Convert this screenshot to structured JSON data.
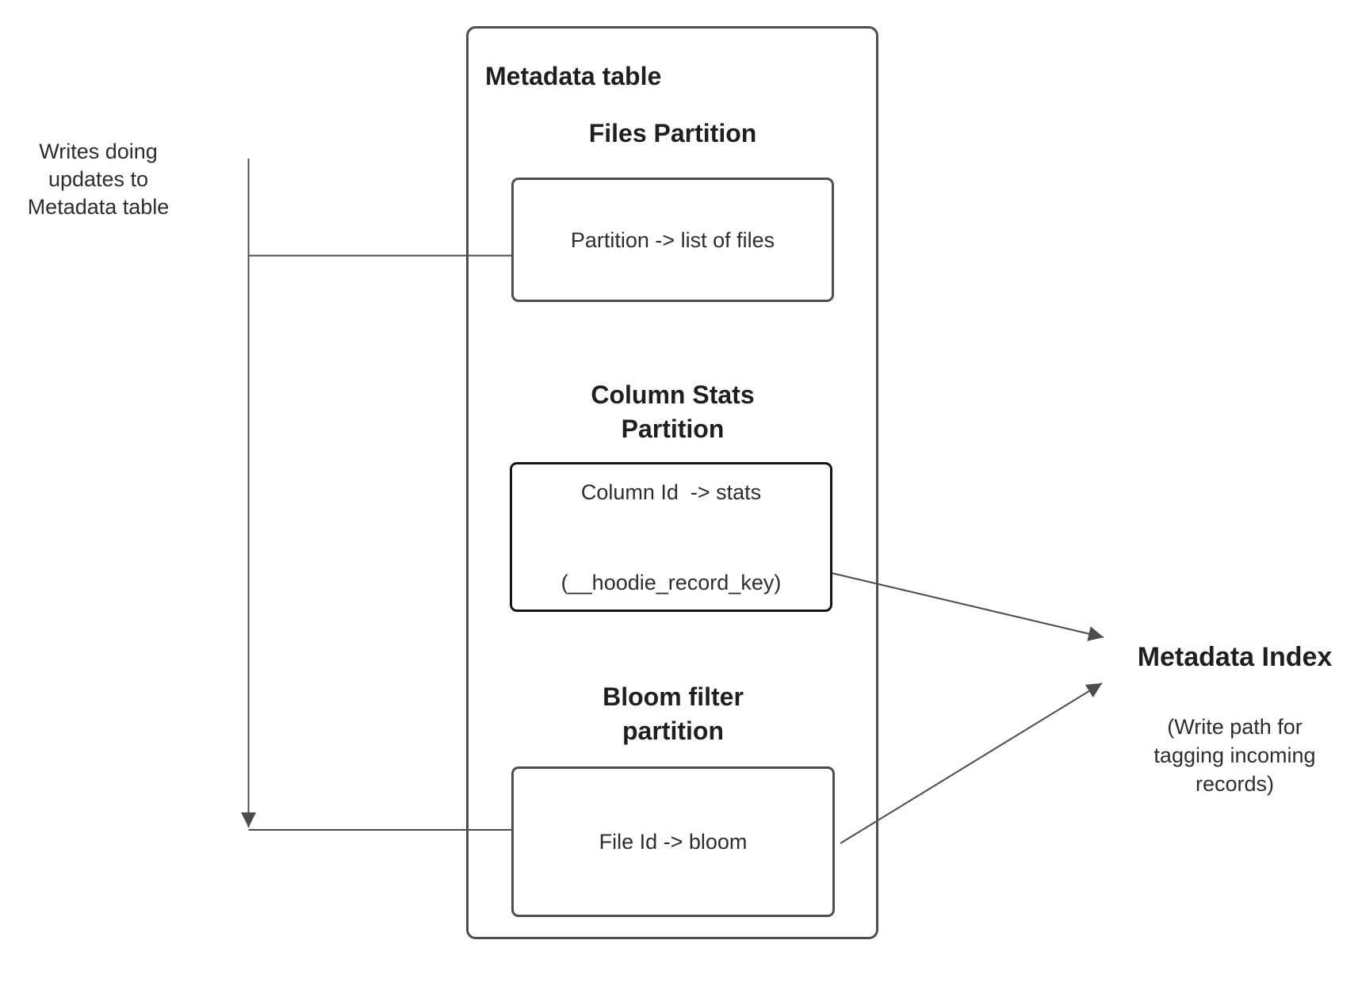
{
  "colors": {
    "background": "#ffffff",
    "box_border": "#4e4e4e",
    "stats_box_border": "#141414",
    "wire": "#4d4d4d",
    "heading_text": "#1f1f1f",
    "body_text": "#2d2d2d"
  },
  "left_note": {
    "lines": [
      "Writes doing",
      "updates to",
      "Metadata table"
    ]
  },
  "metadata_table": {
    "title": "Metadata table",
    "files_partition": {
      "heading": "Files Partition",
      "box_text": "Partition -> list of files"
    },
    "column_stats_partition": {
      "heading_lines": [
        "Column Stats",
        "Partition"
      ],
      "box_lines": [
        "Column Id  -> stats",
        "(__hoodie_record_key)"
      ]
    },
    "bloom_partition": {
      "heading_lines": [
        "Bloom filter",
        "partition"
      ],
      "box_text": "File Id -> bloom"
    }
  },
  "metadata_index": {
    "title": "Metadata Index",
    "note_lines": [
      "(Write path for",
      "tagging incoming",
      "records)"
    ]
  }
}
